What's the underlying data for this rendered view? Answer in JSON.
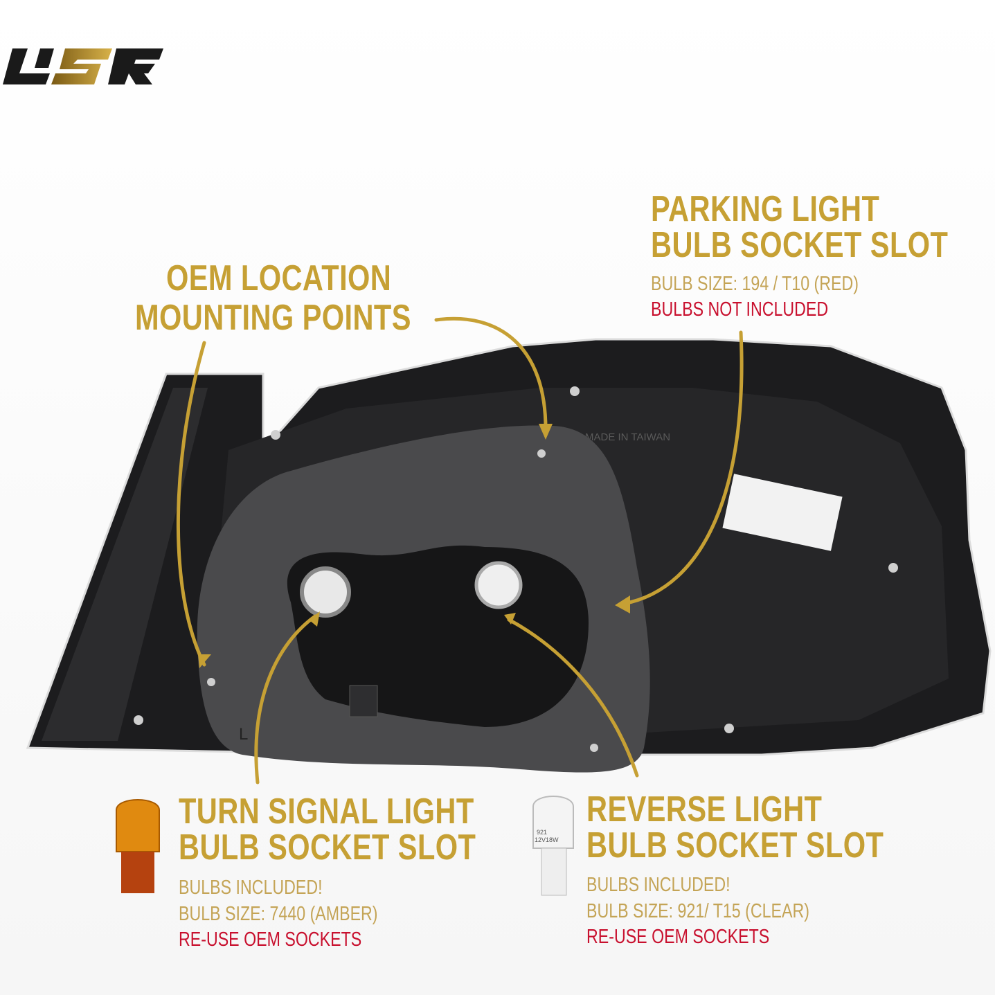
{
  "brand": {
    "logo_text": "USR",
    "colors": {
      "black": "#1a1a1a",
      "gold": "#b8912a"
    }
  },
  "colors": {
    "title_gold": "#c6a034",
    "sub_gold": "#c4a456",
    "warning_red": "#c8102e",
    "housing": "#1c1c1e",
    "gasket": "#4a4a4c"
  },
  "callouts": {
    "parking": {
      "title_line1": "PARKING LIGHT",
      "title_line2": "BULB SOCKET SLOT",
      "size": "BULB SIZE: 194 / T10 (RED)",
      "note": "BULBS NOT INCLUDED"
    },
    "oem": {
      "title_line1": "OEM LOCATION",
      "title_line2": "MOUNTING POINTS"
    },
    "turn": {
      "title_line1": "TURN SIGNAL LIGHT",
      "title_line2": "BULB SOCKET SLOT",
      "included": "BULBS INCLUDED!",
      "size": "BULB SIZE: 7440 (AMBER)",
      "note": "RE-USE OEM SOCKETS"
    },
    "reverse": {
      "title_line1": "REVERSE LIGHT",
      "title_line2": "BULB SOCKET SLOT",
      "included": "BULBS INCLUDED!",
      "size": "BULB SIZE: 921/ T15 (CLEAR)",
      "note": "RE-USE OEM SOCKETS"
    }
  },
  "product_markings": {
    "made_in": "MADE IN TAIWAN",
    "side": "L",
    "bulb_print_line1": "921",
    "bulb_print_line2": "12V18W"
  }
}
